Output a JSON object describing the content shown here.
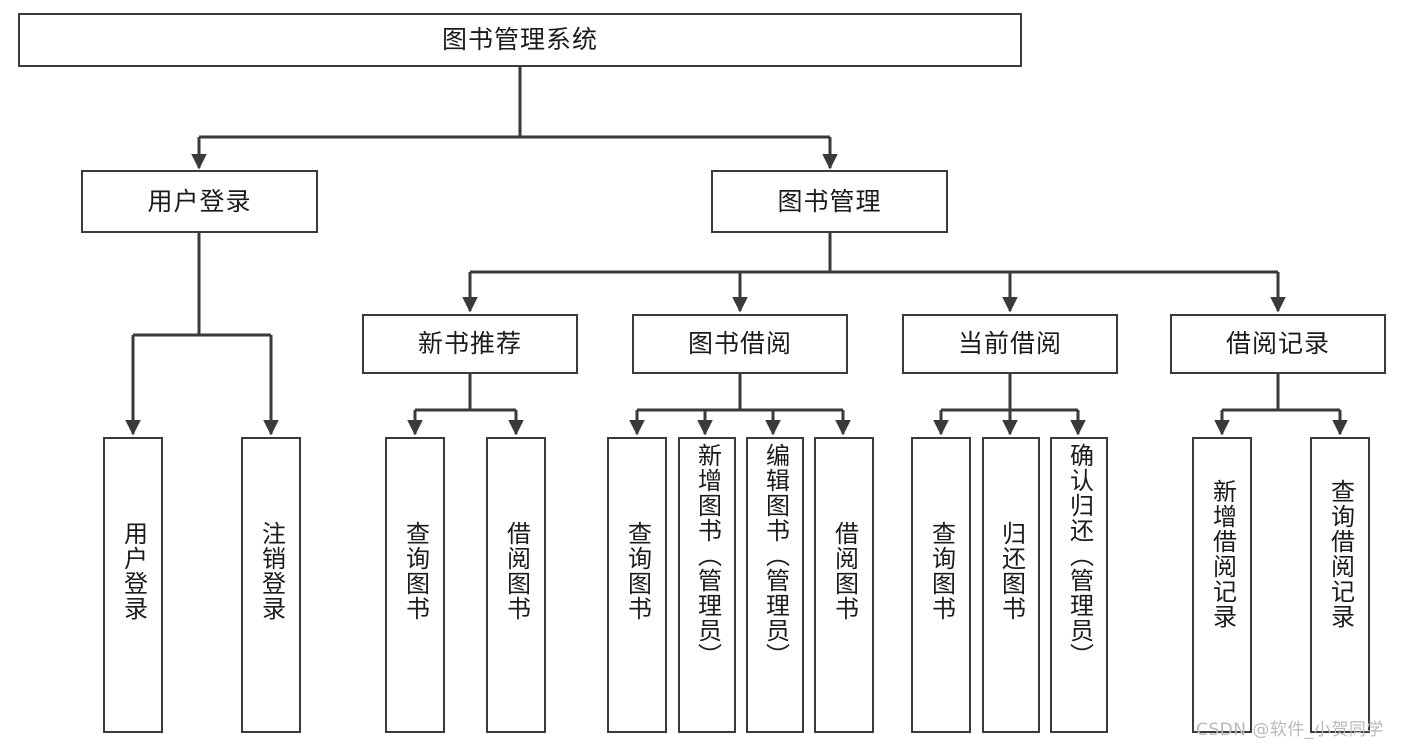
{
  "diagram": {
    "type": "tree",
    "title": "图书管理系统",
    "colors": {
      "box_border": "#3a3a3a",
      "box_fill": "#ffffff",
      "edge": "#3a3a3a",
      "text": "#1b1b1b",
      "watermark": "#b9b9b9"
    },
    "nodes": {
      "root": {
        "label": "图书管理系统"
      },
      "level2": [
        {
          "id": "user-login",
          "label": "用户登录"
        },
        {
          "id": "book-manage",
          "label": "图书管理"
        }
      ],
      "level3": [
        {
          "id": "new-book-recommend",
          "label": "新书推荐"
        },
        {
          "id": "book-borrow",
          "label": "图书借阅"
        },
        {
          "id": "current-borrow",
          "label": "当前借阅"
        },
        {
          "id": "borrow-record",
          "label": "借阅记录"
        }
      ],
      "leaves": [
        {
          "id": "leaf-user-login",
          "label": "用户登录",
          "parent": "user-login"
        },
        {
          "id": "leaf-logout-login",
          "label": "注销登录",
          "parent": "user-login"
        },
        {
          "id": "leaf-query-book-1",
          "label": "查询图书",
          "parent": "new-book-recommend"
        },
        {
          "id": "leaf-borrow-book-1",
          "label": "借阅图书",
          "parent": "new-book-recommend"
        },
        {
          "id": "leaf-query-book-2",
          "label": "查询图书",
          "parent": "book-borrow"
        },
        {
          "id": "leaf-add-book",
          "label": "新增图书（管理员）",
          "parent": "book-borrow"
        },
        {
          "id": "leaf-edit-book",
          "label": "编辑图书（管理员）",
          "parent": "book-borrow"
        },
        {
          "id": "leaf-borrow-book-2",
          "label": "借阅图书",
          "parent": "book-borrow"
        },
        {
          "id": "leaf-query-book-3",
          "label": "查询图书",
          "parent": "current-borrow"
        },
        {
          "id": "leaf-return-book",
          "label": "归还图书",
          "parent": "current-borrow"
        },
        {
          "id": "leaf-confirm-return",
          "label": "确认归还（管理员）",
          "parent": "current-borrow"
        },
        {
          "id": "leaf-add-record",
          "label": "新增借阅记录",
          "parent": "borrow-record"
        },
        {
          "id": "leaf-query-record",
          "label": "查询借阅记录",
          "parent": "borrow-record"
        }
      ]
    }
  },
  "watermark": {
    "text": "CSDN @软件_小贺同学"
  }
}
